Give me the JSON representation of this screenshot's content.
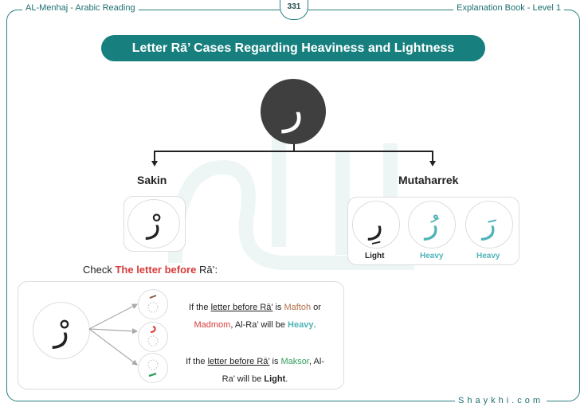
{
  "header": {
    "left": "AL-Menhaj - Arabic Reading",
    "page_number": "331",
    "right": "Explanation Book - Level 1"
  },
  "title": "Letter Rā’ Cases Regarding Heaviness and Lightness",
  "top_letter": "ر",
  "branches": {
    "sakin": {
      "label": "Sakin",
      "letter": "رْ"
    },
    "mutaharrek": {
      "label": "Mutaharrek",
      "items": [
        {
          "letter": "رِ",
          "label": "Light",
          "color": "#222222"
        },
        {
          "letter": "رُ",
          "label": "Heavy",
          "color": "#4fb3b8"
        },
        {
          "letter": "رَ",
          "label": "Heavy",
          "color": "#4fb3b8"
        }
      ]
    }
  },
  "check": {
    "prefix": "Check ",
    "highlight": "The letter before",
    "suffix": " Rā’:"
  },
  "rules": {
    "main_letter": "رْ",
    "diacritic_circles": [
      {
        "mark": "fatha",
        "color": "#8b5a3c"
      },
      {
        "mark": "damma",
        "color": "#d93b3b"
      },
      {
        "mark": "kasra",
        "color": "#2e9e5e"
      }
    ],
    "rule1": {
      "t1": "If the ",
      "u": "letter before Rā’",
      "t2": " is ",
      "maftoh": "Maftoh",
      "t3": " or",
      "madmom": "Madmom",
      "t4": ", Al-Ra’ will be ",
      "heavy": "Heavy",
      "t5": "."
    },
    "rule2": {
      "t1": "If the ",
      "u": "letter before Rā’",
      "t2": " is ",
      "maksor": "Maksor",
      "t3": ", Al-",
      "t4": "Ra’ will be ",
      "light": "Light",
      "t5": "."
    }
  },
  "colors": {
    "teal": "#17807f",
    "heavy": "#4fb3b8",
    "maftoh": "#b5704a",
    "madmom": "#d93b3b",
    "maksor": "#2e9e5e"
  },
  "footer": "Shaykhi.com"
}
